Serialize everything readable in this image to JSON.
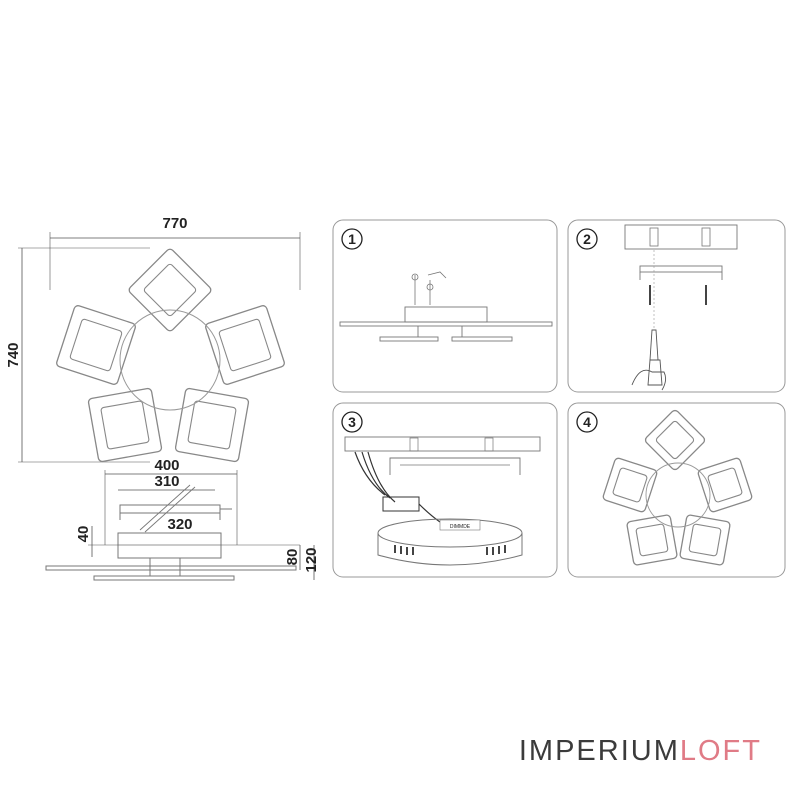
{
  "dimensions": {
    "width_total": "770",
    "height_total": "740",
    "bracket_length": "400",
    "mount_spacing": "310",
    "base_diameter": "320",
    "base_height": "40",
    "body_height": "80",
    "total_height": "120"
  },
  "steps": [
    {
      "number": "1"
    },
    {
      "number": "2"
    },
    {
      "number": "3",
      "label": "DIMMDE"
    },
    {
      "number": "4"
    }
  ],
  "brand": {
    "part1": "IMPERIUM",
    "part2": "LOFT",
    "color_dark": "#3b3b3b",
    "color_accent": "#e07b86"
  }
}
